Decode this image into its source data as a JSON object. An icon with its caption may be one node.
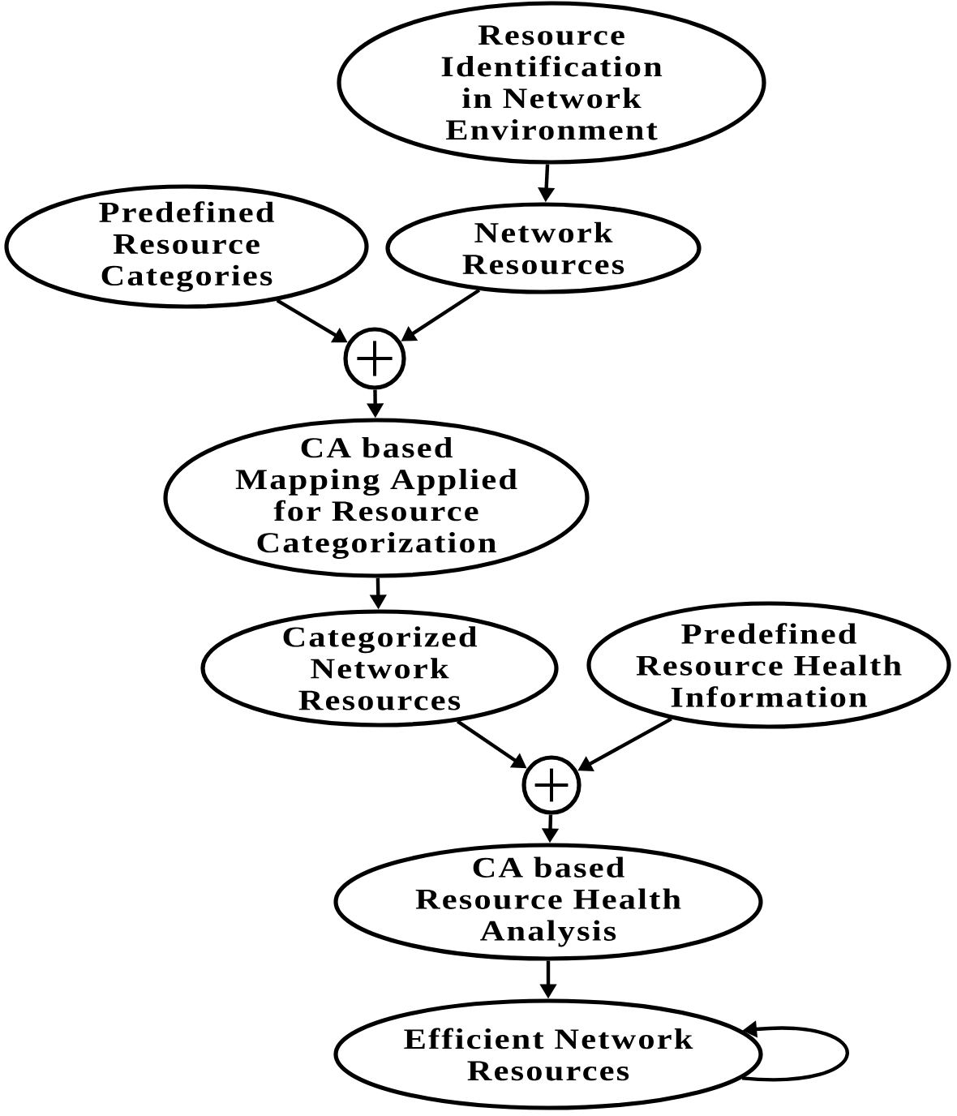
{
  "diagram": {
    "nodes": [
      {
        "text": [
          "Resource Identification in Network Environment"
        ]
      },
      {
        "text": [
          "Predefined Resource Categories"
        ]
      },
      {
        "text": [
          "Network Resources"
        ]
      },
      {
        "text": [],
        "shape": "circle"
      },
      {
        "text": [
          "CA based Mapping Applied for Resource Categorization"
        ]
      },
      {
        "text": [
          "Categorized Network Resources"
        ]
      },
      {
        "text": [
          "Predefined Resource Health Information"
        ]
      },
      {
        "text": [],
        "shape": "circle"
      },
      {
        "text": [
          "CA based Resource Health Analysis"
        ]
      },
      {
        "text": [
          "Efficient Network Resources"
        ]
      }
    ],
    "edges": [
      {
        "from": 0,
        "to": 2,
        "arrow": "to"
      },
      {
        "from": 1,
        "to": 3,
        "arrow": "to"
      },
      {
        "from": 2,
        "to": 3,
        "arrow": "to"
      },
      {
        "from": 3,
        "to": 4,
        "arrow": "to"
      },
      {
        "from": 4,
        "to": 5,
        "arrow": "to"
      },
      {
        "from": 5,
        "to": 7,
        "arrow": "to"
      },
      {
        "from": 6,
        "to": 7,
        "arrow": "to"
      },
      {
        "from": 7,
        "to": 8,
        "arrow": "to"
      },
      {
        "from": 8,
        "to": 9,
        "arrow": "to"
      },
      {
        "from": 9,
        "to": 9,
        "arrow": "to"
      }
    ]
  }
}
